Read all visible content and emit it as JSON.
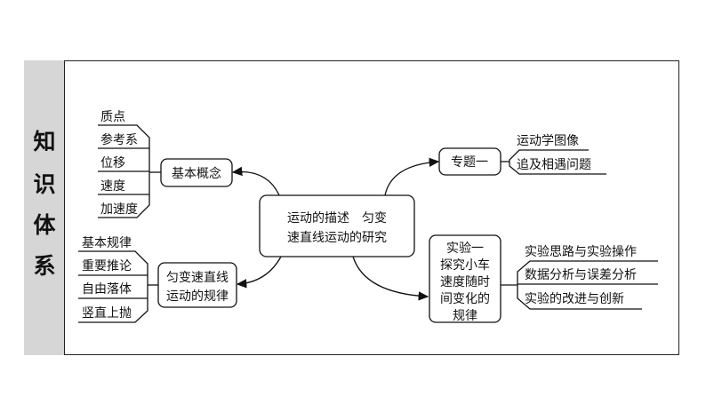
{
  "side_title": [
    "知",
    "识",
    "体",
    "系"
  ],
  "center": {
    "line1": "运动的描述　匀变",
    "line2": "速直线运动的研究"
  },
  "basic": {
    "label": "基本概念",
    "items": [
      "质点",
      "参考系",
      "位移",
      "速度",
      "加速度"
    ]
  },
  "uniform": {
    "line1": "匀变速直线",
    "line2": "运动的规律",
    "items": [
      "基本规律",
      "重要推论",
      "自由落体",
      "竖直上抛"
    ]
  },
  "topic": {
    "label": "专题一",
    "items": [
      "运动学图像",
      "追及相遇问题"
    ]
  },
  "experiment": {
    "lines": [
      "实验一",
      "探究小车",
      "速度随时",
      "间变化的",
      "规律"
    ],
    "items": [
      "实验思路与实验操作",
      "数据分析与误差分析",
      "实验的改进与创新"
    ]
  }
}
